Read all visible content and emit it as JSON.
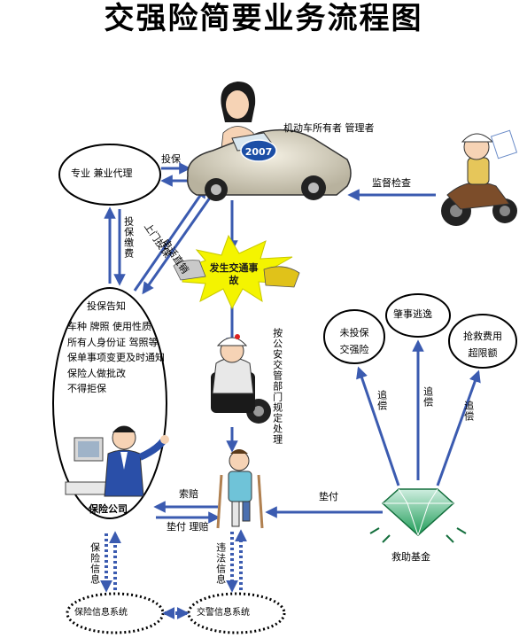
{
  "title": "交强险简要业务流程图",
  "labels": {
    "owner": "机动车所有者  管理者",
    "agent": "专业  兼业代理",
    "insure": "投保",
    "supervise": "监督检查",
    "door_insure": "上门投保",
    "phone_sales": "电话直销",
    "insure_pay": "投保缴费",
    "accident": "发生交通事故",
    "police_handle": "按公安交管部门规定处理",
    "claim": "索赔",
    "advance_settle": "垫付  理赔",
    "advance": "垫付",
    "insurance_company": "保险公司",
    "relief_fund": "救助基金",
    "insurance_info": "保险信息",
    "violation_info": "违法信息",
    "insurance_info_system": "保险信息系统",
    "traffic_info_system": "交警信息系统",
    "not_insured": "未投保\n交强险",
    "hit_and_run": "肇事逃逸",
    "rescue_over": "抢救费用\n超限额",
    "recover": "追偿",
    "car_plate": "2007"
  },
  "notice": {
    "heading": "投保告知",
    "lines": [
      "车种  牌照  使用性质",
      "所有人身份证  驾照等",
      "保单事项变更及时通知",
      "保险人做批改",
      "不得拒保"
    ]
  },
  "colors": {
    "arrow_blue": "#3b5bb0",
    "flash_yellow": "#f4f400",
    "diamond_green": "#1e9c57",
    "shirt_blue": "#2a4fa8"
  }
}
